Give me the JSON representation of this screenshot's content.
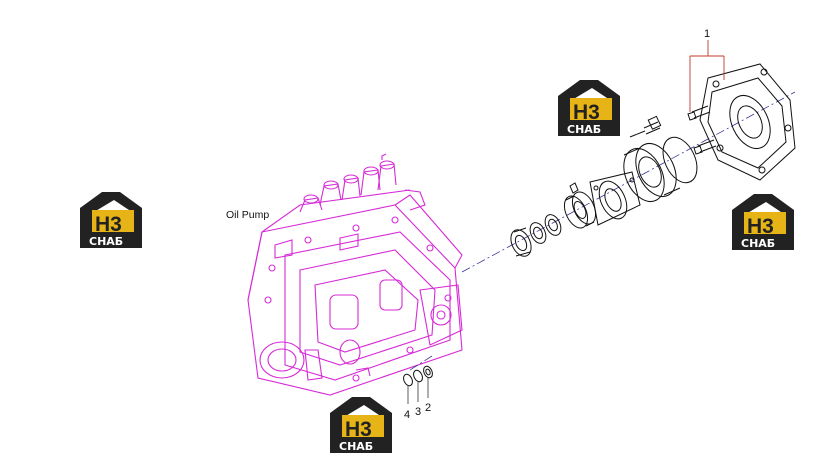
{
  "diagram": {
    "part_title": "Oil Pump",
    "callouts": [
      {
        "id": "callout-1",
        "text": "1"
      },
      {
        "id": "callout-2",
        "text": "2"
      },
      {
        "id": "callout-3",
        "text": "3"
      },
      {
        "id": "callout-4",
        "text": "4"
      }
    ]
  },
  "watermark": {
    "letters": "H3",
    "subtext": "СНАБ",
    "colors": {
      "gold": "#e6b417",
      "dark": "#222222",
      "magenta": "#d62bd6"
    }
  }
}
